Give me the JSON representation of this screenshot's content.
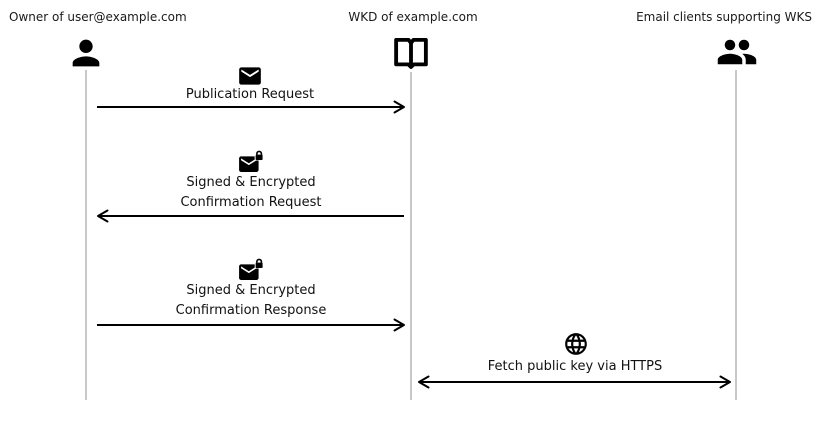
{
  "actors": [
    {
      "label": "Owner of user@example.com",
      "icon": "person-icon"
    },
    {
      "label": "WKD of example.com",
      "icon": "open-book-icon"
    },
    {
      "label": "Email clients supporting WKS",
      "icon": "people-icon"
    }
  ],
  "messages": [
    {
      "icon": "email-icon",
      "lines": [
        "Publication Request"
      ],
      "direction": "right"
    },
    {
      "icon": "email-lock-icon",
      "lines": [
        "Signed & Encrypted",
        "Confirmation Request"
      ],
      "direction": "left"
    },
    {
      "icon": "email-lock-icon",
      "lines": [
        "Signed & Encrypted",
        "Confirmation Response"
      ],
      "direction": "right"
    },
    {
      "icon": "globe-icon",
      "lines": [
        "Fetch public key via HTTPS"
      ],
      "direction": "both"
    }
  ],
  "colors": {
    "arrow": "#000000",
    "lifeline": "#c8c8c8",
    "text": "#1a1a1a",
    "background": "#ffffff"
  }
}
